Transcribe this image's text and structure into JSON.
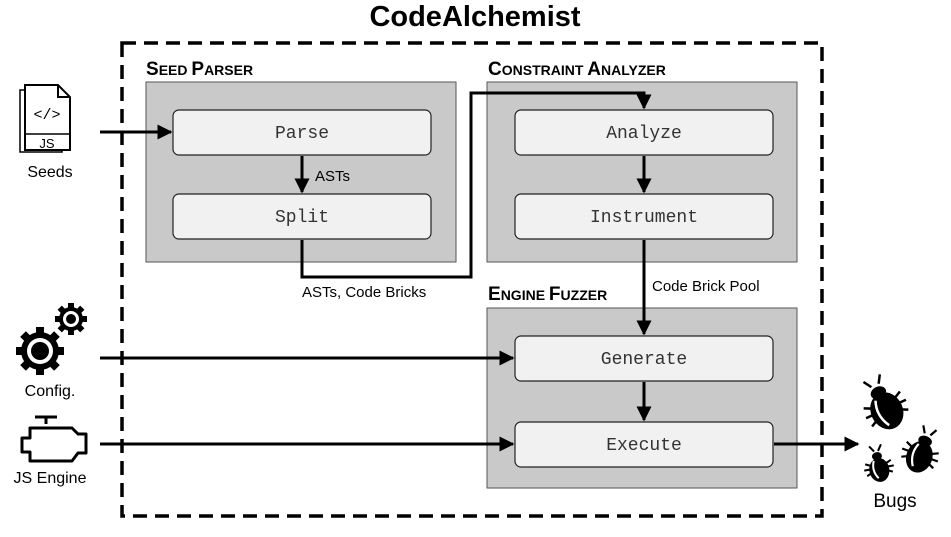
{
  "title": "CodeAlchemist",
  "panels": {
    "seed_parser": {
      "title_cap1": "S",
      "title_rest1": "EED ",
      "title_cap2": "P",
      "title_rest2": "ARSER"
    },
    "constraint_analyzer": {
      "title_cap1": "C",
      "title_rest1": "ONSTRAINT ",
      "title_cap2": "A",
      "title_rest2": "NALYZER"
    },
    "engine_fuzzer": {
      "title_cap1": "E",
      "title_rest1": "NGINE ",
      "title_cap2": "F",
      "title_rest2": "UZZER"
    }
  },
  "stages": {
    "parse": "Parse",
    "split": "Split",
    "analyze": "Analyze",
    "instrument": "Instrument",
    "generate": "Generate",
    "execute": "Execute"
  },
  "edge_labels": {
    "asts": "ASTs",
    "asts_code_bricks": "ASTs, Code Bricks",
    "code_brick_pool": "Code Brick Pool"
  },
  "inputs": {
    "seeds_file_code": "</>",
    "seeds_file_ext": "JS",
    "seeds": "Seeds",
    "config": "Config.",
    "js_engine": "JS Engine"
  },
  "outputs": {
    "bugs": "Bugs"
  },
  "icons": [
    "js-file-icon",
    "gears-icon",
    "engine-icon",
    "bug-icon"
  ],
  "colors": {
    "panel_fill": "#c9c9c9",
    "stage_fill": "#f1f1f1",
    "line": "#000000"
  }
}
